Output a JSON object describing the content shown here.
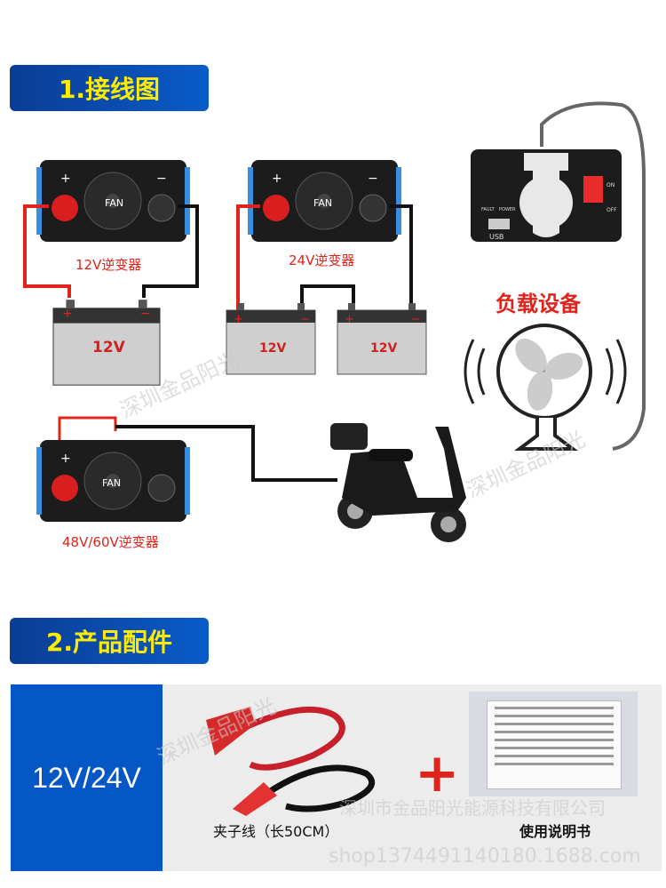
{
  "section1": {
    "title": "1.接线图"
  },
  "section2": {
    "title": "2.产品配件"
  },
  "diagram": {
    "inverter_12v_label": "12V逆变器",
    "inverter_24v_label": "24V逆变器",
    "inverter_48v_label": "48V/60V逆变器",
    "fan_text": "FAN",
    "battery_label": "12V",
    "plus": "+",
    "minus": "−",
    "load_label": "负载设备",
    "usb_label": "USB",
    "fault_label": "FAULT",
    "power_label": "POWER",
    "on_label": "ON",
    "off_label": "OFF"
  },
  "accessories": {
    "voltage": "12V/24V",
    "plus_sign": "+",
    "clamp_label": "夹子线（长50CM）",
    "manual_label": "使用说明书"
  },
  "watermarks": {
    "company": "深圳金品阳光",
    "company_full": "深圳市金品阳光能源科技有限公司",
    "shop": "shop1374491140180.1688.com"
  },
  "colors": {
    "banner": "#0a4fb5",
    "banner_text": "#ffeb00",
    "wire_red": "#e0241b",
    "wire_black": "#111111",
    "accent_red": "#e0241b"
  }
}
